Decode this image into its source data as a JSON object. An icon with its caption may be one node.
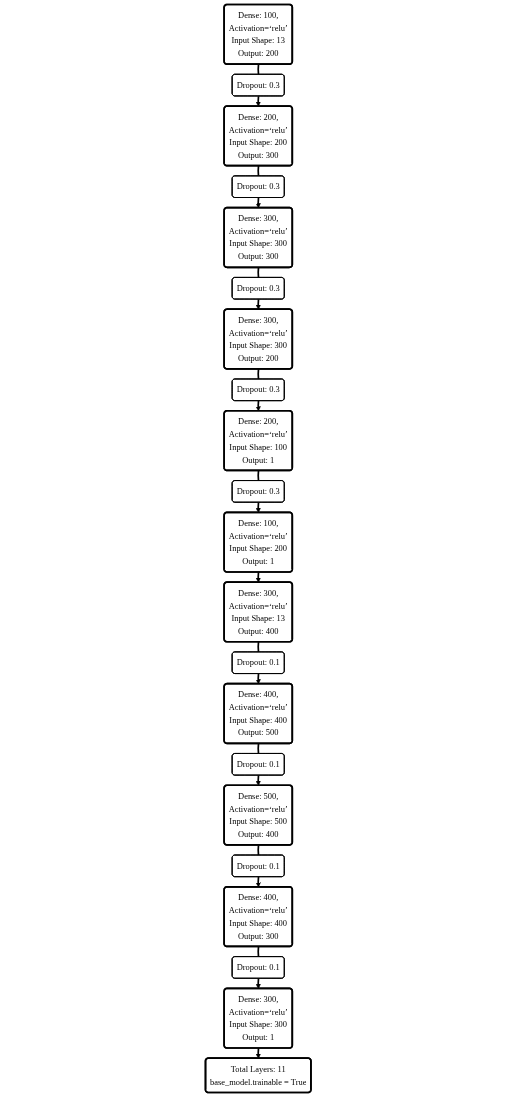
{
  "diagram": {
    "nodes": [
      {
        "text": [
          "Dense: 100,",
          "Activation=‘relu’",
          "Input Shape: 13",
          "Output: 200"
        ]
      },
      {
        "text": [
          "Dropout: 0.3"
        ]
      },
      {
        "text": [
          "Dense: 200,",
          "Activation=‘relu’",
          "Input Shape: 200",
          "Output: 300"
        ]
      },
      {
        "text": [
          "Dropout: 0.3"
        ]
      },
      {
        "text": [
          "Dense: 300,",
          "Activation=‘relu’",
          "Input Shape: 300",
          "Output: 300"
        ]
      },
      {
        "text": [
          "Dropout: 0.3"
        ]
      },
      {
        "text": [
          "Dense: 300,",
          "Activation=‘relu’",
          "Input Shape: 300",
          "Output: 200"
        ]
      },
      {
        "text": [
          "Dropout: 0.3"
        ]
      },
      {
        "text": [
          "Dense: 200,",
          "Activation=‘relu’",
          "Input Shape: 100",
          "Output: 1"
        ]
      },
      {
        "text": [
          "Dropout: 0.3"
        ]
      },
      {
        "text": [
          "Dense: 100,",
          "Activation=‘relu’",
          "Input Shape: 200",
          "Output: 1"
        ]
      },
      {
        "text": [
          "Dense: 300,",
          "Activation=‘relu’",
          "Input Shape: 13",
          "Output: 400"
        ]
      },
      {
        "text": [
          "Dropout: 0.1"
        ]
      },
      {
        "text": [
          "Dense: 400,",
          "Activation=‘relu’",
          "Input Shape: 400",
          "Output: 500"
        ]
      },
      {
        "text": [
          "Dropout: 0.1"
        ]
      },
      {
        "text": [
          "Dense: 500,",
          "Activation=‘relu’",
          "Input Shape: 500",
          "Output: 400"
        ]
      },
      {
        "text": [
          "Dropout: 0.1"
        ]
      },
      {
        "text": [
          "Dense: 400,",
          "Activation=‘relu’",
          "Input Shape: 400",
          "Output: 300"
        ]
      },
      {
        "text": [
          "Dropout: 0.1"
        ]
      },
      {
        "text": [
          "Dense: 300,",
          "Activation=‘relu’",
          "Input Shape: 300",
          "Output: 1"
        ]
      },
      {
        "text": [
          "Total Layers: 11",
          "base_model.trainable = True"
        ]
      }
    ],
    "edges": [
      {
        "from": 0,
        "to": 1,
        "arrow": "none"
      },
      {
        "from": 1,
        "to": 2,
        "arrow": "to"
      },
      {
        "from": 2,
        "to": 3,
        "arrow": "none"
      },
      {
        "from": 3,
        "to": 4,
        "arrow": "to"
      },
      {
        "from": 4,
        "to": 5,
        "arrow": "none"
      },
      {
        "from": 5,
        "to": 6,
        "arrow": "to"
      },
      {
        "from": 6,
        "to": 7,
        "arrow": "none"
      },
      {
        "from": 7,
        "to": 8,
        "arrow": "to"
      },
      {
        "from": 8,
        "to": 9,
        "arrow": "none"
      },
      {
        "from": 9,
        "to": 10,
        "arrow": "to"
      },
      {
        "from": 10,
        "to": 11,
        "arrow": "to"
      },
      {
        "from": 11,
        "to": 12,
        "arrow": "none"
      },
      {
        "from": 12,
        "to": 13,
        "arrow": "to"
      },
      {
        "from": 13,
        "to": 14,
        "arrow": "none"
      },
      {
        "from": 14,
        "to": 15,
        "arrow": "to"
      },
      {
        "from": 15,
        "to": 16,
        "arrow": "none"
      },
      {
        "from": 16,
        "to": 17,
        "arrow": "to"
      },
      {
        "from": 17,
        "to": 18,
        "arrow": "none"
      },
      {
        "from": 18,
        "to": 19,
        "arrow": "to"
      },
      {
        "from": 19,
        "to": 20,
        "arrow": "to"
      }
    ]
  }
}
